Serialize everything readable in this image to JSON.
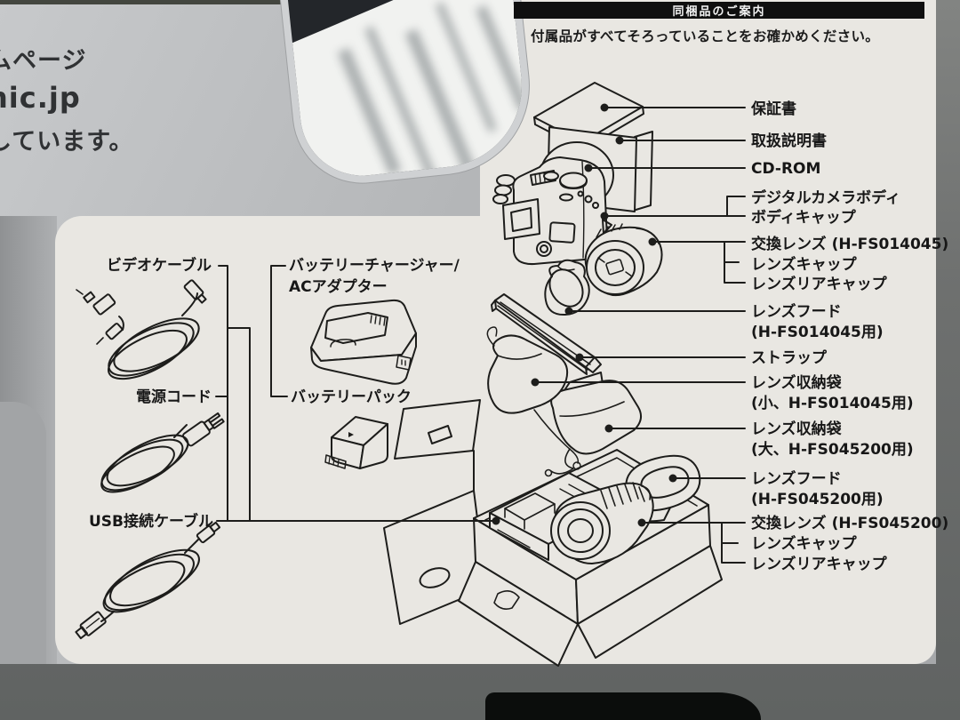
{
  "header": {
    "title": "同梱品のご案内",
    "subtitle": "付属品がすべてそろっていることをお確かめください。"
  },
  "box_print": {
    "line1": "ムページ",
    "line2": "nic.jp",
    "line3": "しています。"
  },
  "left_labels": {
    "video_cable": "ビデオケーブル",
    "power_cord": "電源コード",
    "usb_cable": "USB接続ケーブル",
    "battery_charger_line1": "バッテリーチャージャー/",
    "battery_charger_line2": "ACアダプター",
    "battery_pack": "バッテリーパック"
  },
  "right_labels": [
    {
      "line1": "保証書"
    },
    {
      "line1": "取扱説明書"
    },
    {
      "line1": "CD-ROM"
    },
    {
      "line1": "デジタルカメラボディ"
    },
    {
      "line1": "ボディキャップ"
    },
    {
      "line1": "交換レンズ (H-FS014045)"
    },
    {
      "line1": "レンズキャップ"
    },
    {
      "line1": "レンズリアキャップ"
    },
    {
      "line1": "レンズフード",
      "line2": "(H-FS014045用)"
    },
    {
      "line1": "ストラップ"
    },
    {
      "line1": "レンズ収納袋",
      "line2": "(小、H-FS014045用)"
    },
    {
      "line1": "レンズ収納袋",
      "line2": "(大、H-FS045200用)"
    },
    {
      "line1": "レンズフード",
      "line2": "(H-FS045200用)"
    },
    {
      "line1": "交換レンズ (H-FS045200)"
    },
    {
      "line1": "レンズキャップ"
    },
    {
      "line1": "レンズリアキャップ"
    }
  ],
  "colors": {
    "panel": "#e9e7e2",
    "box_silver": "#b4b6b8",
    "ink": "#1d1d1b",
    "header_bar": "#0f0f0f",
    "backdrop": "#6e706f",
    "cutout_dark": "#23262a"
  }
}
